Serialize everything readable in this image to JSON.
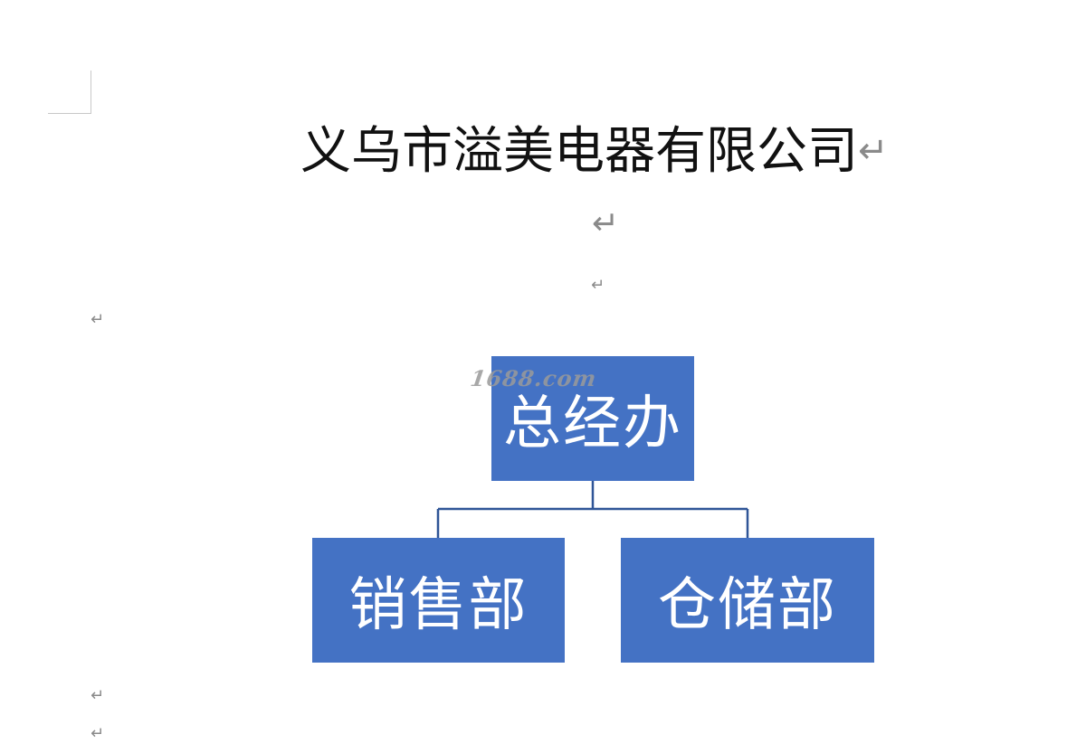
{
  "document": {
    "title": "义乌市溢美电器有限公司",
    "paragraph_mark": "↵",
    "watermark": "1688.com"
  },
  "org_chart": {
    "root": {
      "label": "总经办"
    },
    "children": [
      {
        "label": "销售部"
      },
      {
        "label": "仓储部"
      }
    ]
  },
  "colors": {
    "box_fill": "#4472c4",
    "box_text": "#ffffff",
    "connector": "#2f5597",
    "paragraph_mark": "#8a8a8a"
  }
}
